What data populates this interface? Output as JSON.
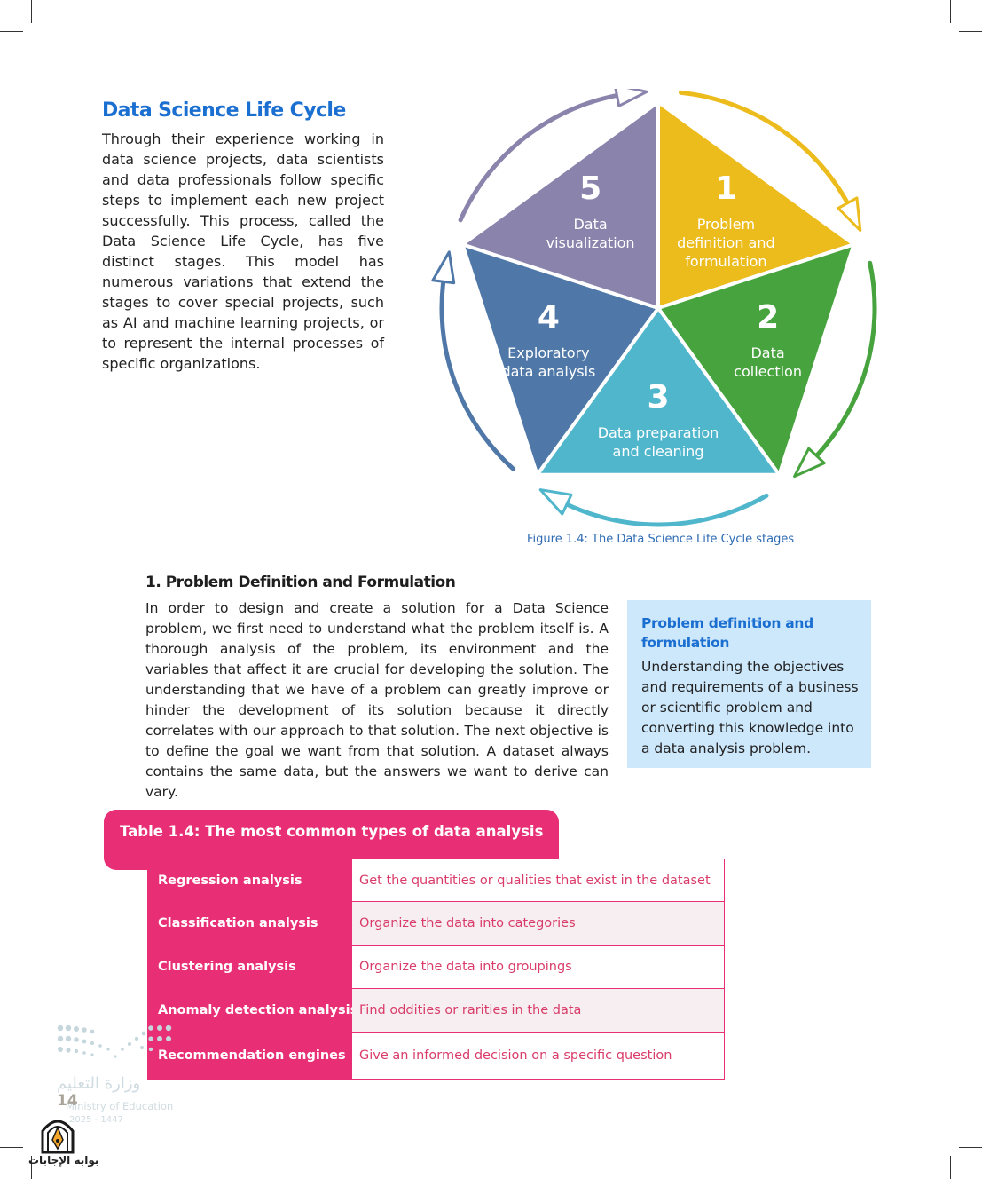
{
  "section": {
    "title": "Data Science Life Cycle",
    "intro": "Through their experience working in data science projects, data scientists and data professionals follow specific steps to implement each new project successfully. This process, called the Data Science Life Cycle, has five distinct stages. This model has numerous variations that extend the stages to cover special projects, such as AI and machine learning projects, or to represent the internal processes of specific organizations."
  },
  "figure": {
    "caption": "Figure 1.4: The Data Science Life Cycle stages",
    "stages": [
      {
        "number": "1",
        "line1": "Problem",
        "line2": "definition and",
        "line3": "formulation",
        "color": "#ecbb1c"
      },
      {
        "number": "2",
        "line1": "Data",
        "line2": "collection",
        "color": "#47a33e"
      },
      {
        "number": "3",
        "line1": "Data preparation",
        "line2": "and cleaning",
        "color": "#4fb6cc"
      },
      {
        "number": "4",
        "line1": "Exploratory",
        "line2": "data analysis",
        "color": "#4f78a8"
      },
      {
        "number": "5",
        "line1": "Data",
        "line2": "visualization",
        "color": "#8a83ac"
      }
    ]
  },
  "subsection": {
    "heading": "1. Problem Definition and Formulation",
    "body": "In order to design and create a solution for a Data Science problem, we first need to understand what the problem itself is. A thorough analysis of the problem, its environment and the variables that affect it are crucial for developing the solution. The understanding that we have of a problem can greatly improve or hinder the development of its solution because it directly correlates with our approach to that solution. The next objective is to define the goal we want from that solution. A dataset always contains the same data, but the answers we want to derive can vary."
  },
  "definition_box": {
    "term": "Problem definition and formulation",
    "definition": "Understanding the objectives and requirements of a business or scientific problem and converting this knowledge into a data analysis problem."
  },
  "table": {
    "title": "Table 1.4: The most common types of data analysis",
    "rows": [
      {
        "type": "Regression analysis",
        "description": "Get the quantities or qualities that exist in the dataset"
      },
      {
        "type": "Classification analysis",
        "description": "Organize the data into categories"
      },
      {
        "type": "Clustering analysis",
        "description": "Organize the data into groupings"
      },
      {
        "type": "Anomaly detection analysis",
        "description": "Find oddities or rarities in the data"
      },
      {
        "type": "Recommendation engines",
        "description": "Give an informed decision on a specific question"
      }
    ]
  },
  "footer": {
    "page_number": "14",
    "ministry_ar": "وزارة التعليم",
    "ministry_en": "Ministry of Education",
    "year": "2025 - 1447",
    "watermark": "بوابة الإجابات"
  },
  "colors": {
    "heading_blue": "#1a6fd1",
    "table_pink": "#e82e74",
    "box_blue": "#cde7fb"
  }
}
